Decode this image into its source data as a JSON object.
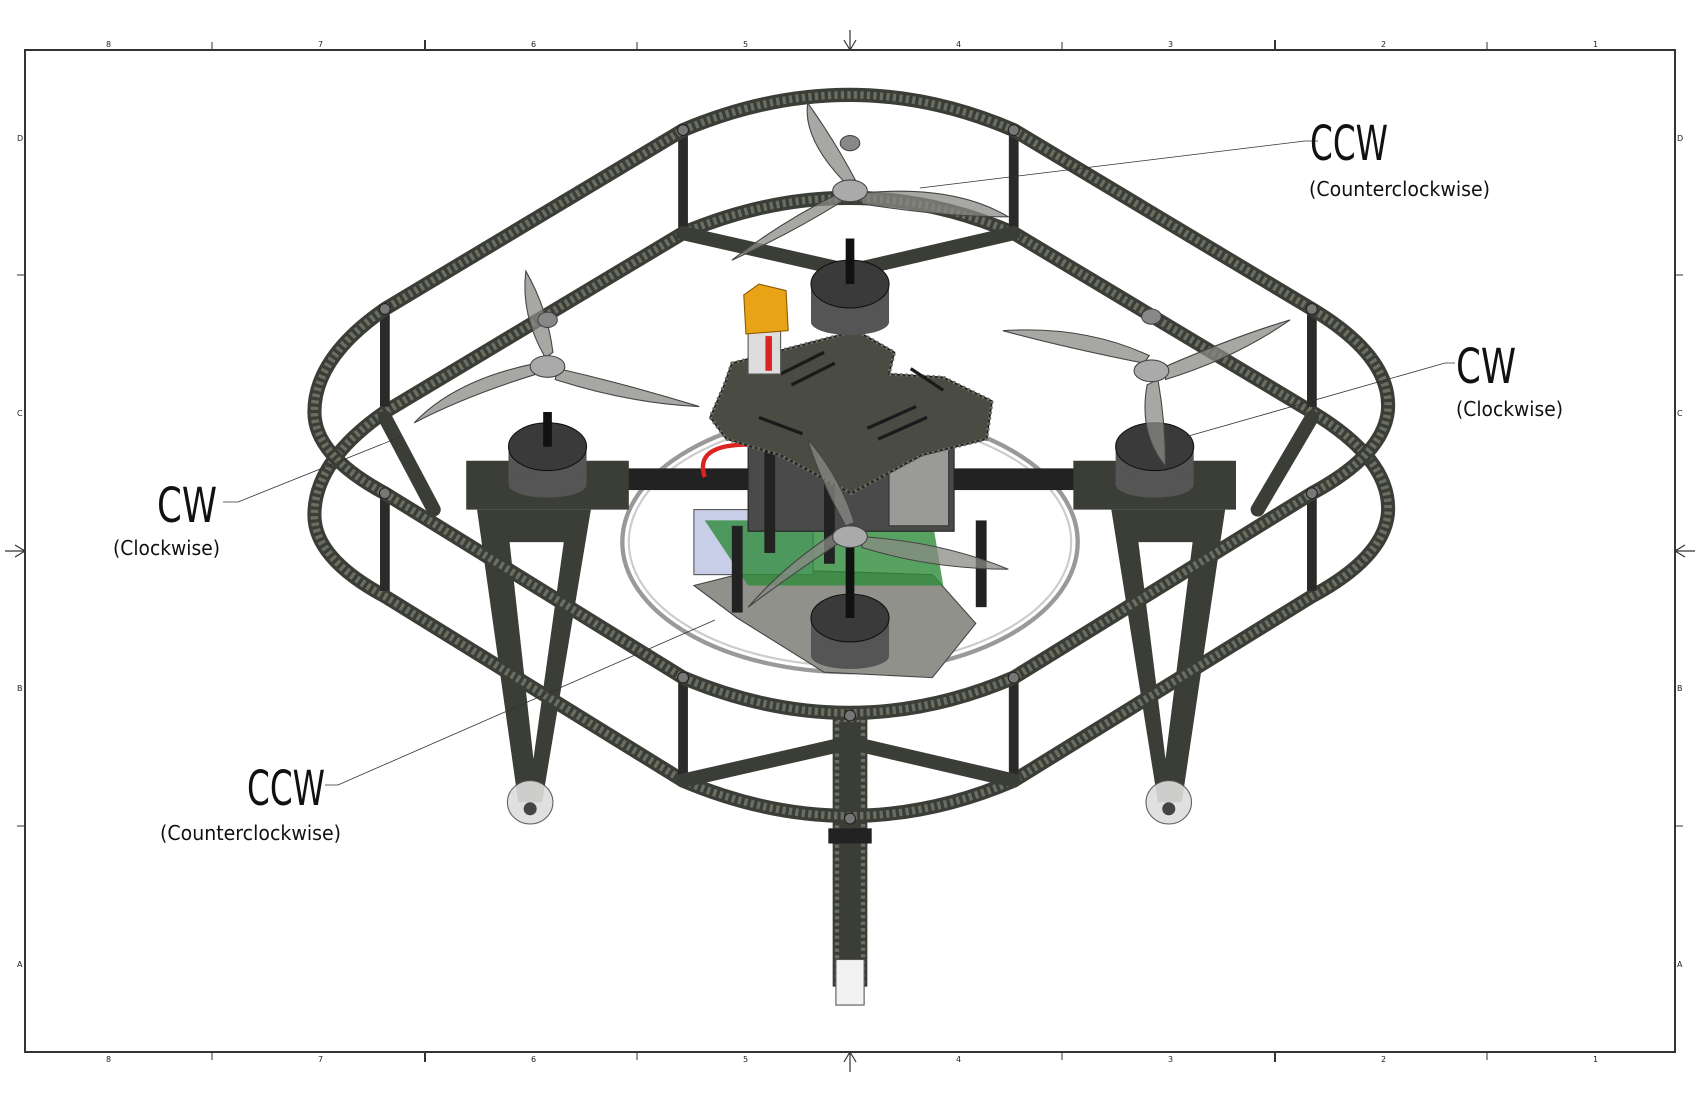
{
  "drawing": {
    "column_labels": [
      "8",
      "7",
      "6",
      "5",
      "4",
      "3",
      "2",
      "1"
    ],
    "row_labels": [
      "D",
      "C",
      "B",
      "A"
    ]
  },
  "callouts": {
    "top_right": {
      "main": "CCW",
      "sub": "(Counterclockwise)"
    },
    "right": {
      "main": "CW",
      "sub": "(Clockwise)"
    },
    "left": {
      "main": "CW",
      "sub": "(Clockwise)"
    },
    "bottom_left": {
      "main": "CCW",
      "sub": "(Counterclockwise)"
    }
  },
  "colors": {
    "carbon": "#3b3e36",
    "prop": "#8a8a84",
    "connector": "#e8a317",
    "pcb": "#2e8b3a"
  }
}
